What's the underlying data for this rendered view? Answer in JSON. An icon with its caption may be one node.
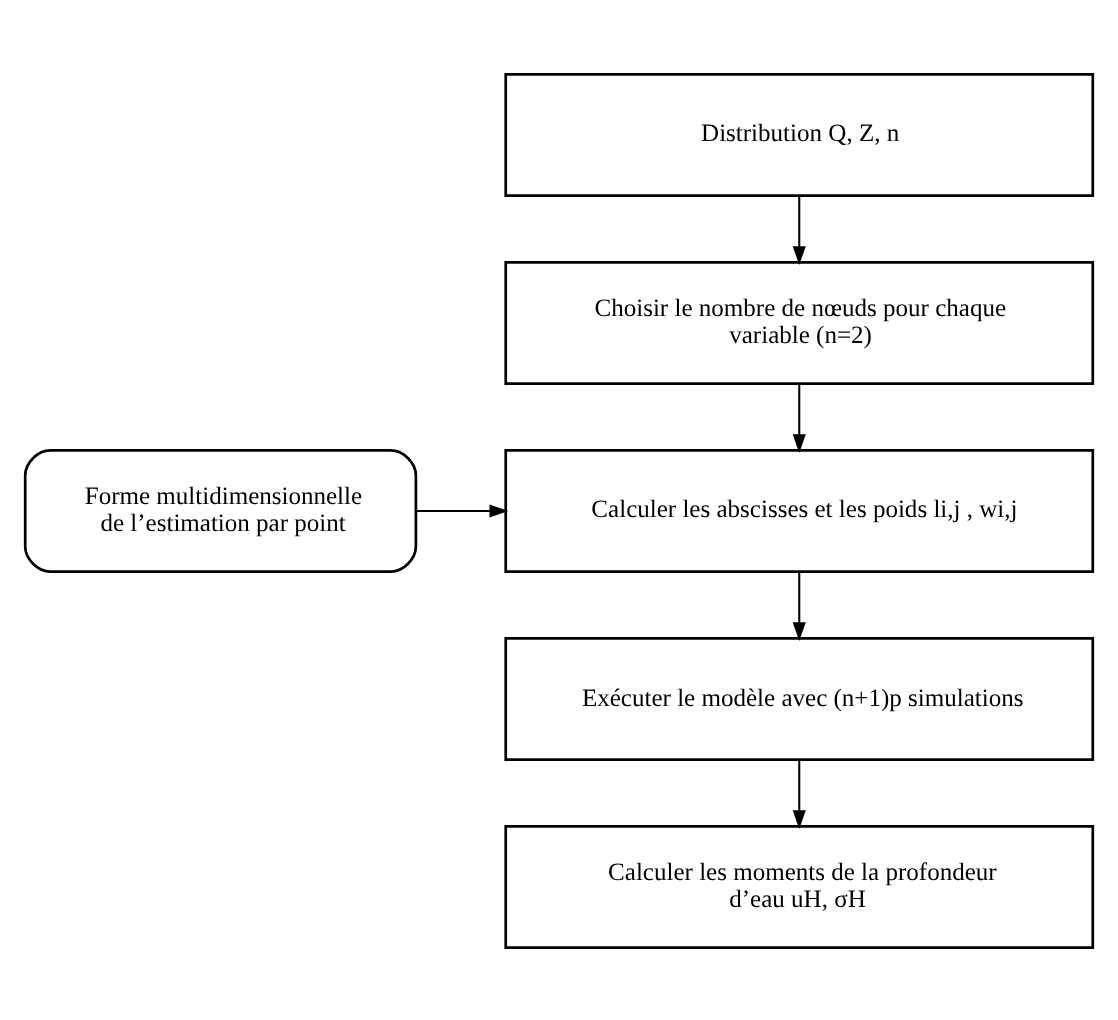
{
  "diagram": {
    "nodes": [
      {
        "text": [
          "Distribution Q, Z, n"
        ]
      },
      {
        "text": [
          "Choisir le nombre de nœuds pour chaque variable (n=2)"
        ]
      },
      {
        "text": [
          "Forme multidimensionnelle de l’estimation par point"
        ]
      },
      {
        "text": [
          "Calculer les abscisses et les poids li,j , wi,j"
        ]
      },
      {
        "text": [
          "Exécuter le modèle avec (n+1)p simulations"
        ]
      },
      {
        "text": [
          "Calculer les moments de la profondeur d’eau uH, σH"
        ]
      }
    ],
    "edges": [
      {
        "from": 0,
        "to": 1,
        "arrow": "to"
      },
      {
        "from": 1,
        "to": 3,
        "arrow": "to"
      },
      {
        "from": 2,
        "to": 3,
        "arrow": "to"
      },
      {
        "from": 3,
        "to": 4,
        "arrow": "to"
      },
      {
        "from": 4,
        "to": 5,
        "arrow": "to"
      }
    ]
  }
}
